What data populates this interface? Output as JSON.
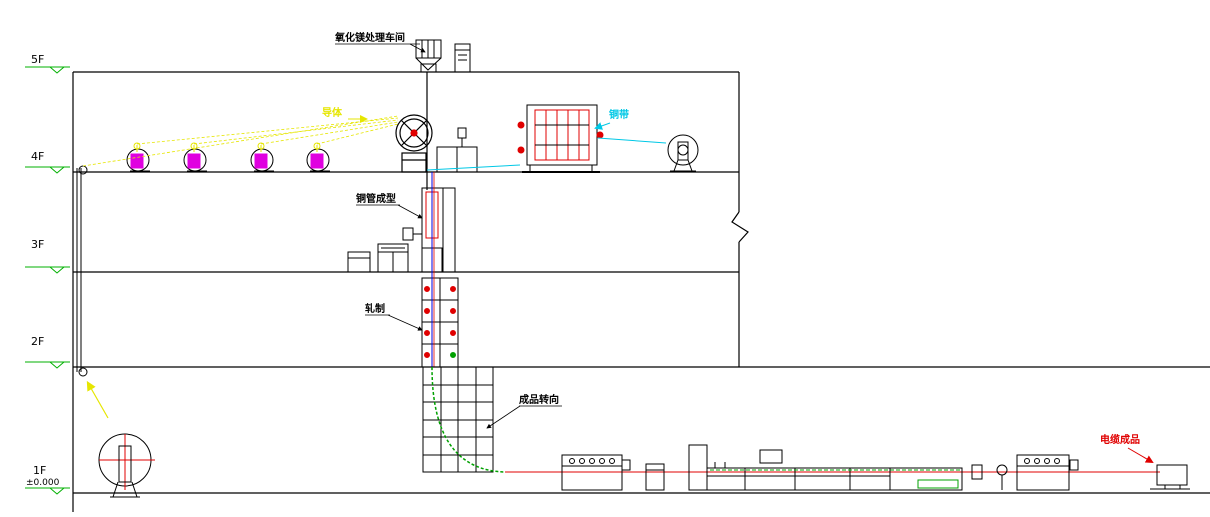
{
  "floors": [
    {
      "id": "5F",
      "label": "5F",
      "sublabel": ""
    },
    {
      "id": "4F",
      "label": "4F",
      "sublabel": ""
    },
    {
      "id": "3F",
      "label": "3F",
      "sublabel": ""
    },
    {
      "id": "2F",
      "label": "2F",
      "sublabel": ""
    },
    {
      "id": "1F",
      "label": "1F",
      "sublabel": "±0.000"
    }
  ],
  "callouts": {
    "oxidation_room": "氧化镁处理车间",
    "conductor": "导体",
    "copper_strip": "铜带",
    "tube_forming": "铜管成型",
    "rolling": "轧制",
    "turning": "成品转向",
    "finished_cable": "电缆成品"
  },
  "colors": {
    "line": "#000000",
    "conductor": "#e6e600",
    "copper_strip": "#00c8e6",
    "cable_path": "#e00000",
    "green": "#00a000",
    "magenta": "#e000e0",
    "blue": "#0000e6"
  }
}
